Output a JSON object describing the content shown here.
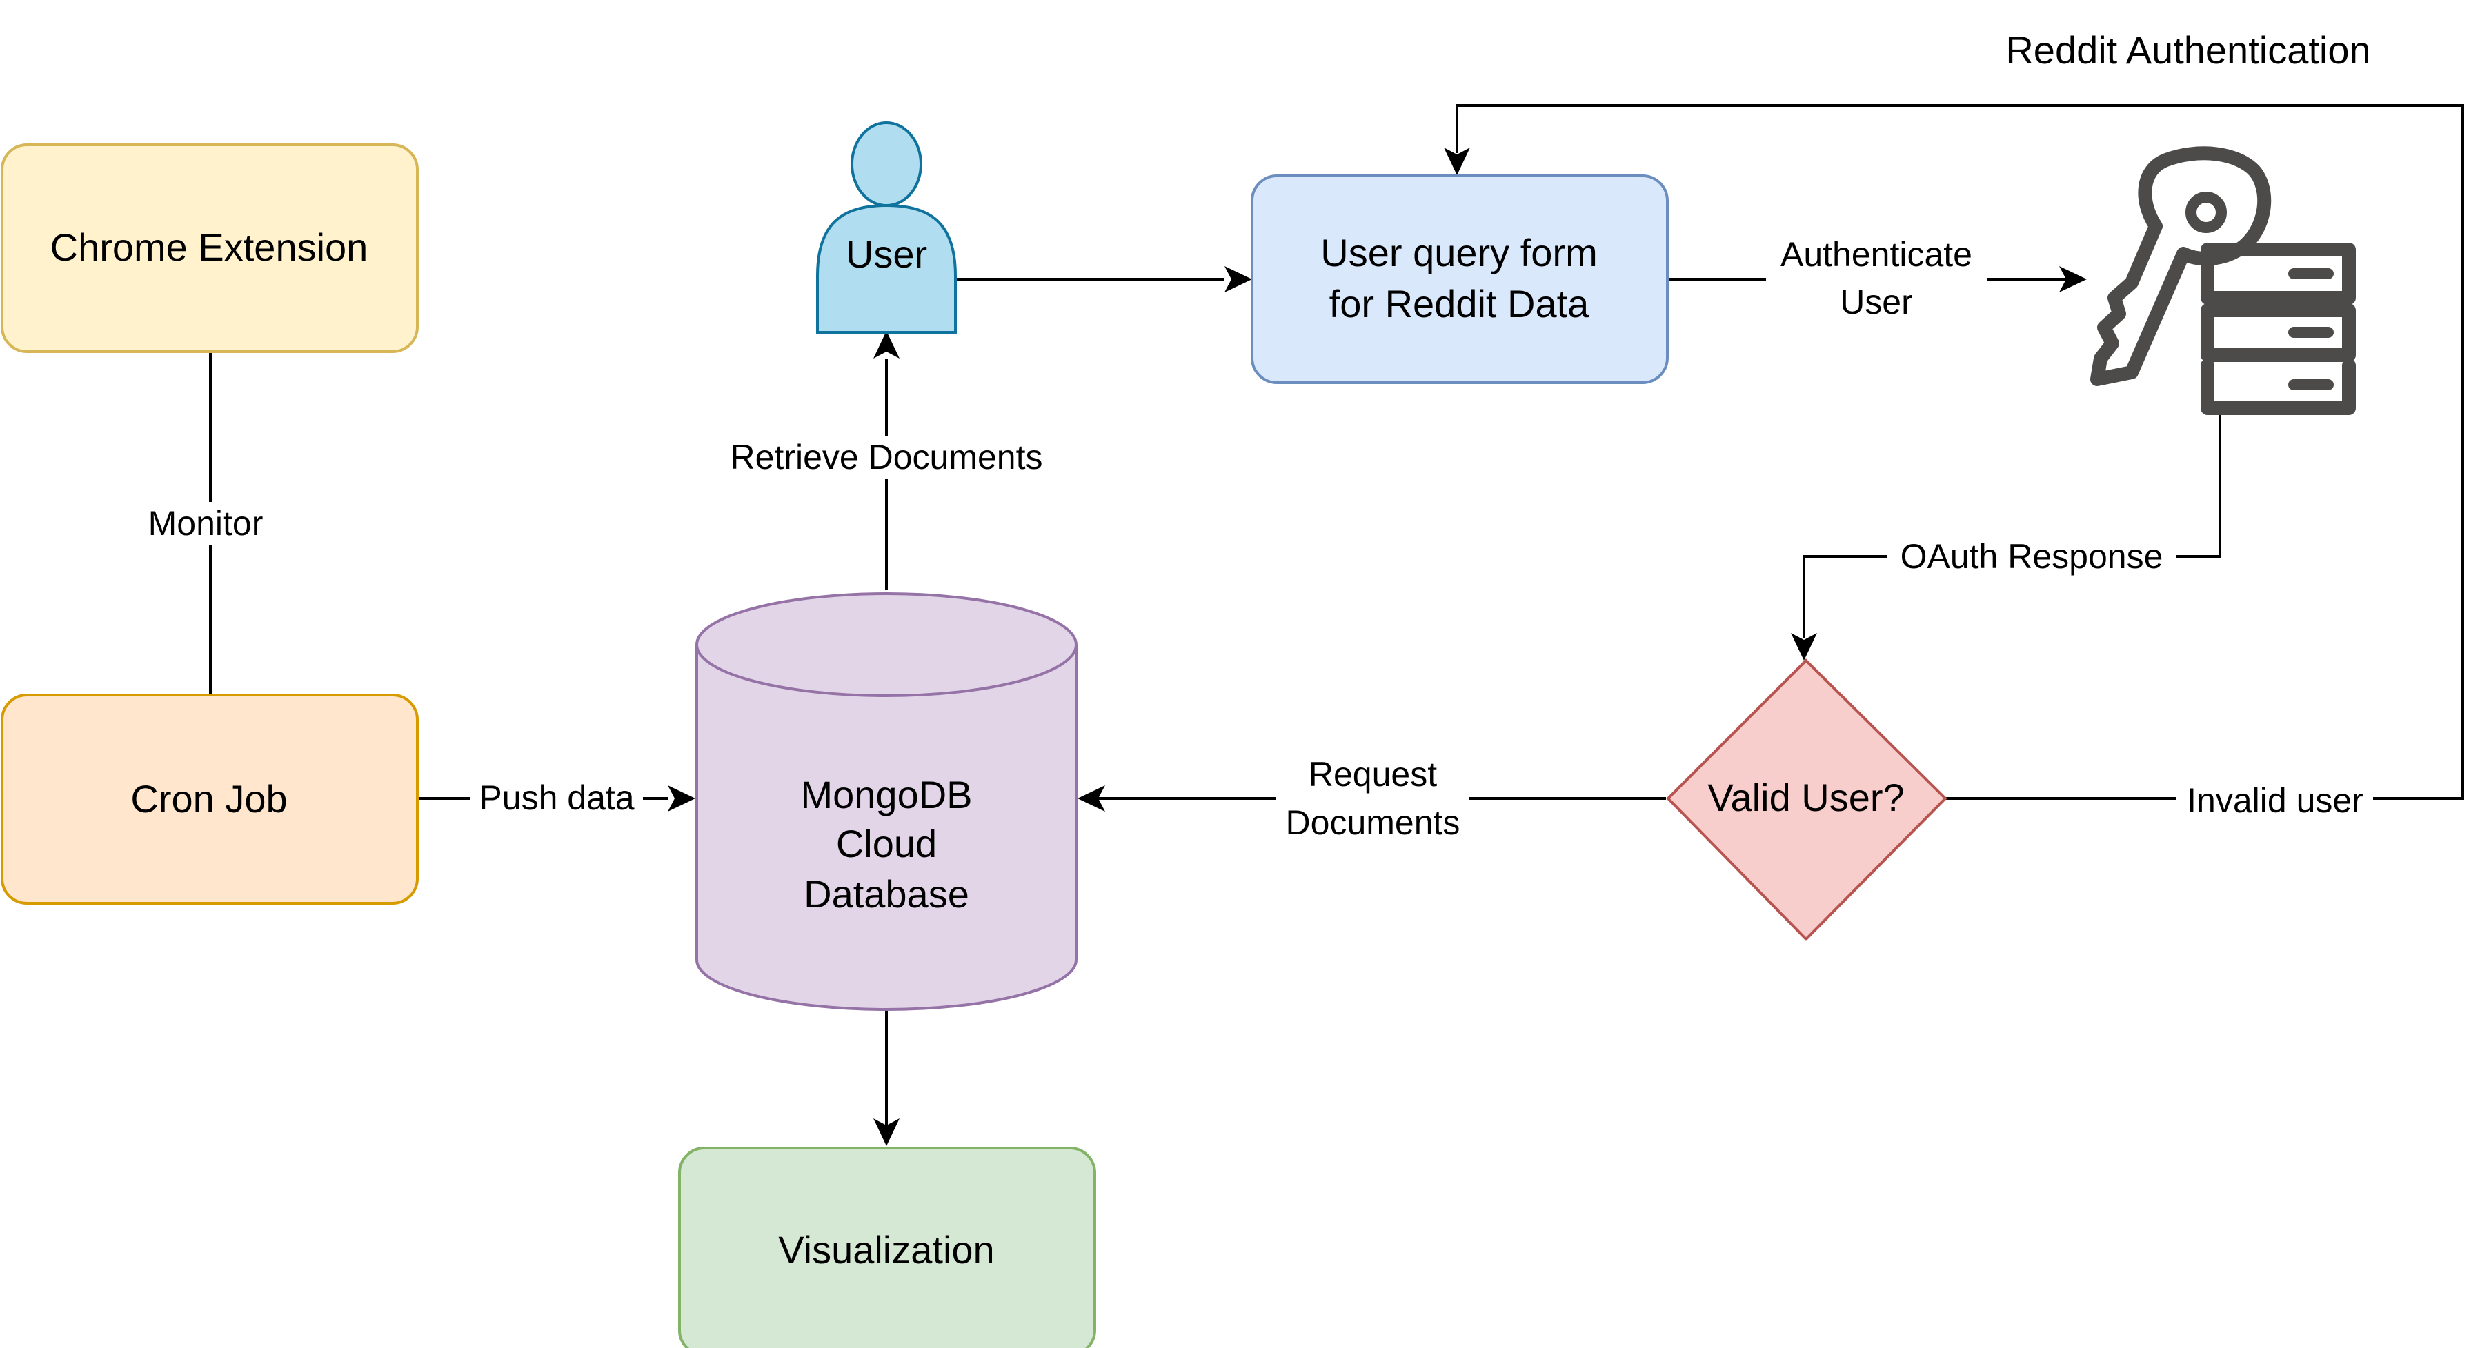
{
  "colors": {
    "chrome_fill": "#FFF2CC",
    "chrome_stroke": "#D6B656",
    "cron_fill": "#FFE6CC",
    "cron_stroke": "#D79B00",
    "db_fill": "#E1D5E7",
    "db_stroke": "#9673A6",
    "vis_fill": "#D5E8D4",
    "vis_stroke": "#82B366",
    "form_fill": "#DAE8FC",
    "form_stroke": "#6C8EBF",
    "user_fill": "#B1DDF0",
    "user_stroke": "#10739E",
    "decision_fill": "#F8CECC",
    "decision_stroke": "#B85450",
    "icon_color": "#4D4A4A",
    "edge_color": "#000000"
  },
  "diagram": {
    "title": "Reddit Authentication",
    "nodes": {
      "chrome_extension": "Chrome Extension",
      "cron_job": "Cron Job",
      "user": "User",
      "query_form_line1": "User query form",
      "query_form_line2": "for Reddit Data",
      "db_line1": "MongoDB",
      "db_line2": "Cloud",
      "db_line3": "Database",
      "visualization": "Visualization",
      "decision": "Valid User?"
    },
    "edges": {
      "monitor": "Monitor",
      "push_data": "Push data",
      "retrieve_documents": "Retrieve Documents",
      "authenticate_line1": "Authenticate",
      "authenticate_line2": "User",
      "oauth_response": "OAuth Response",
      "request_line1": "Request",
      "request_line2": "Documents",
      "invalid_user": "Invalid user"
    },
    "icons": {
      "auth_server": "key-server-icon",
      "user": "person-icon"
    }
  }
}
